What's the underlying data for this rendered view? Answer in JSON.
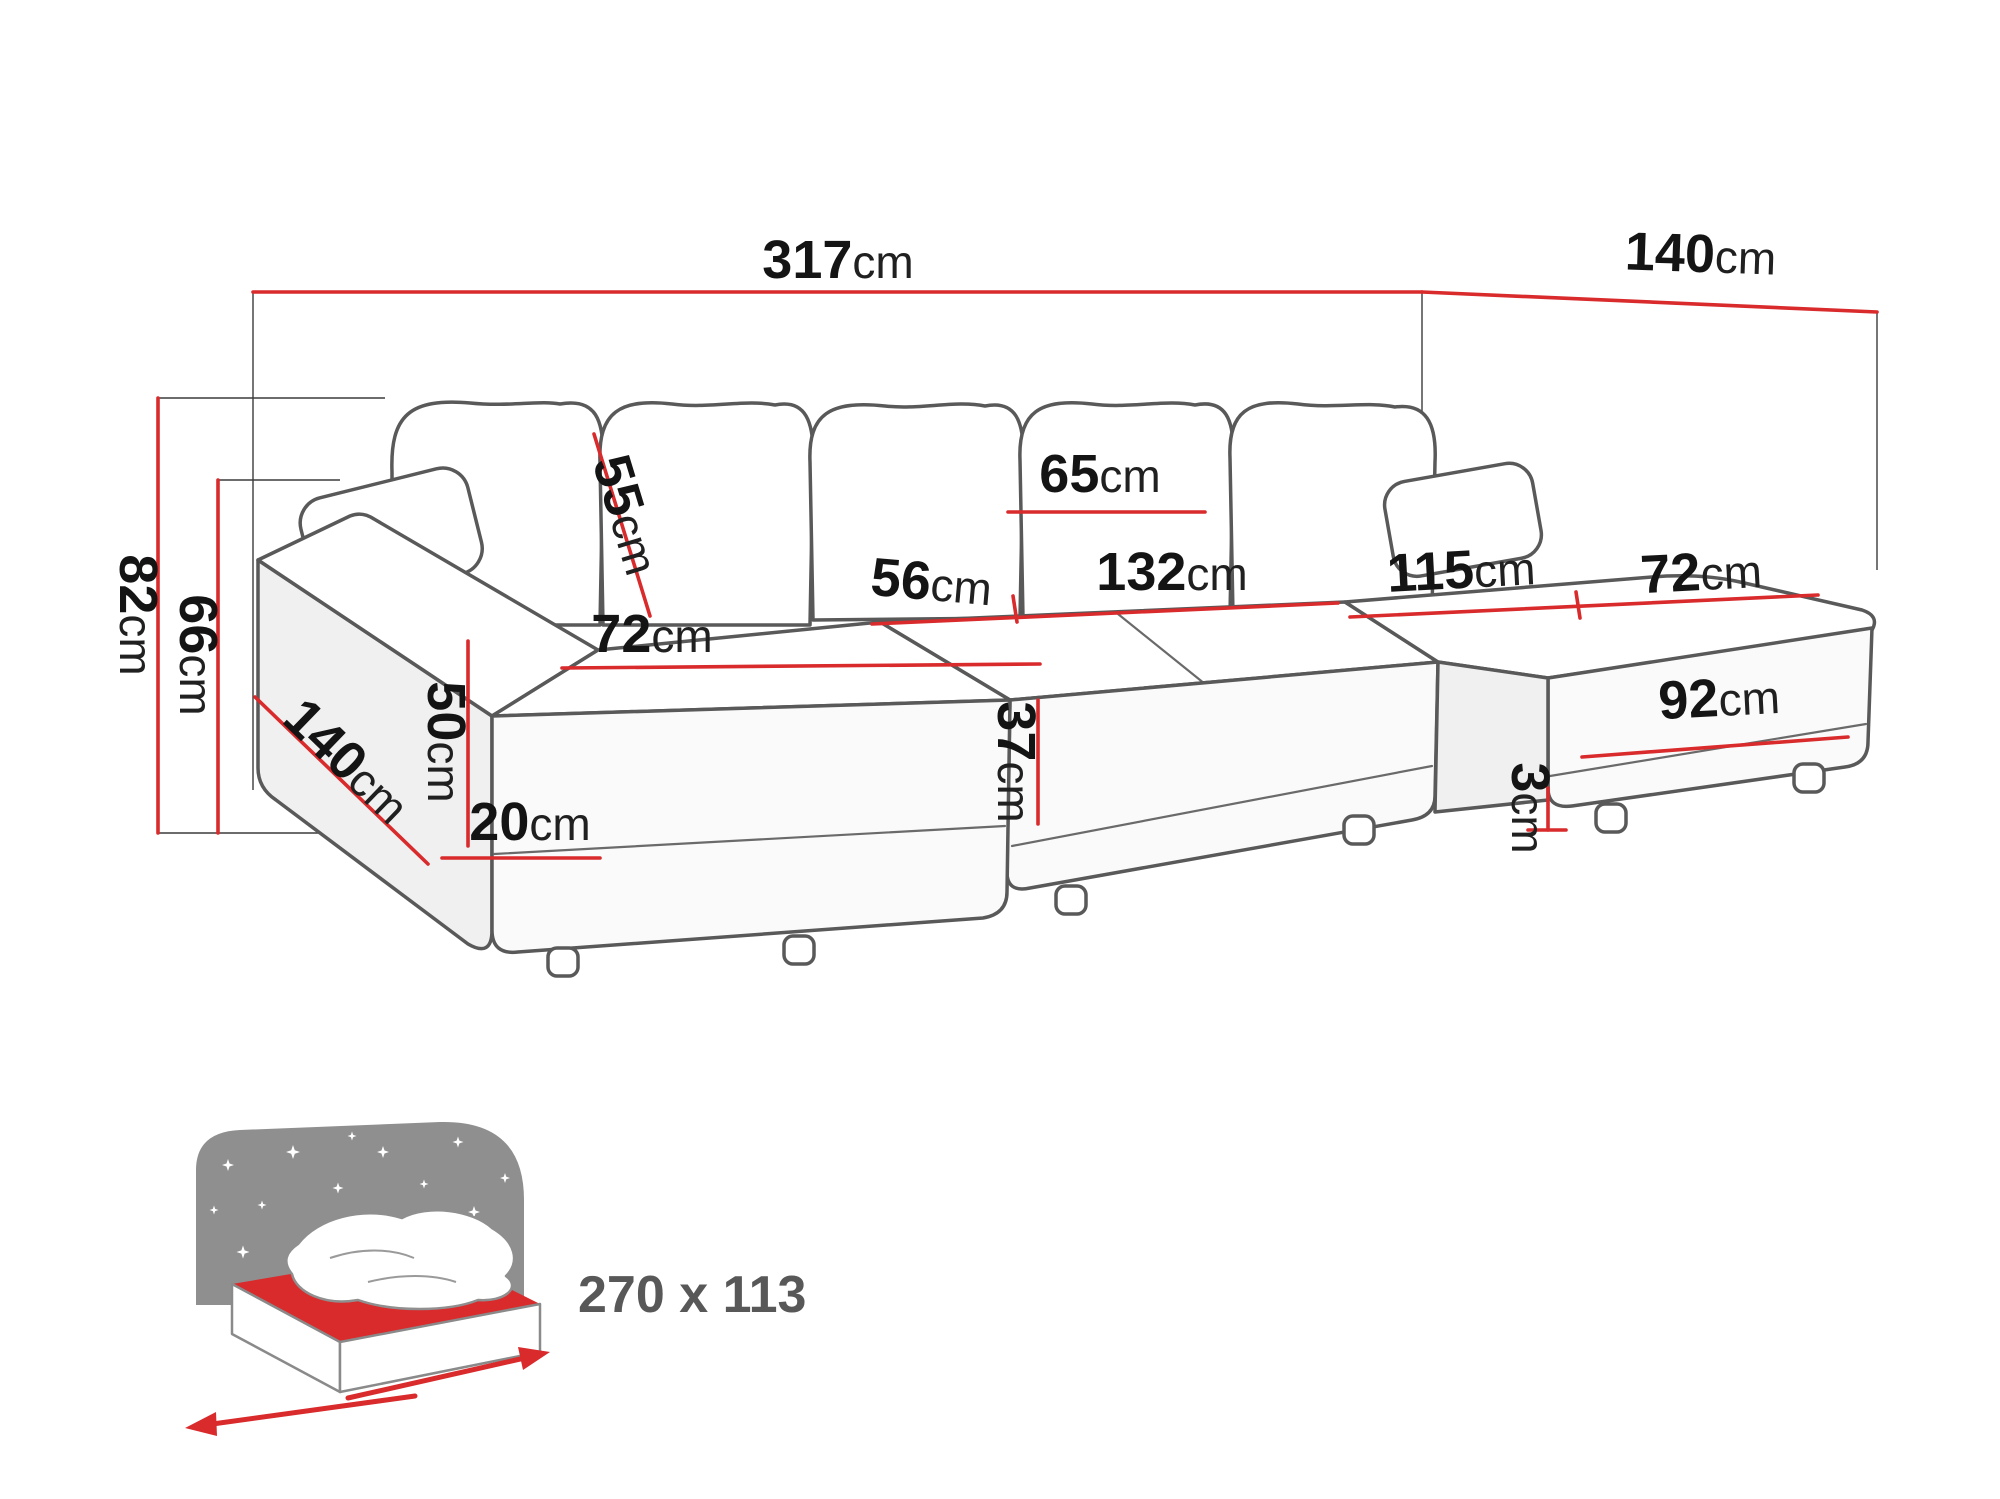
{
  "diagram": {
    "subject": "u-shaped-corner-sofa-dimension-drawing",
    "accent_color": "#d92a2c",
    "outline_color": "#595959",
    "labels": {
      "total_width": {
        "value": "317",
        "unit": "cm"
      },
      "right_chaise_depth": {
        "value": "140",
        "unit": "cm"
      },
      "overall_height": {
        "value": "82",
        "unit": "cm"
      },
      "backrest_height": {
        "value": "66",
        "unit": "cm"
      },
      "back_cushion_height": {
        "value": "55",
        "unit": "cm"
      },
      "back_cushion_width": {
        "value": "65",
        "unit": "cm"
      },
      "seat_depth": {
        "value": "56",
        "unit": "cm"
      },
      "seat_width": {
        "value": "132",
        "unit": "cm"
      },
      "right_seat_width": {
        "value": "115",
        "unit": "cm"
      },
      "right_chaise_seat_width": {
        "value": "72",
        "unit": "cm"
      },
      "left_chaise_seat_width": {
        "value": "72",
        "unit": "cm"
      },
      "left_chaise_depth": {
        "value": "140",
        "unit": "cm"
      },
      "armrest_height": {
        "value": "50",
        "unit": "cm"
      },
      "armrest_width": {
        "value": "20",
        "unit": "cm"
      },
      "seat_height": {
        "value": "37",
        "unit": "cm"
      },
      "right_chaise_front_length": {
        "value": "92",
        "unit": "cm"
      },
      "leg_height": {
        "value": "3",
        "unit": "cm"
      }
    },
    "sleeping_area": {
      "size": "270 x 113"
    }
  }
}
